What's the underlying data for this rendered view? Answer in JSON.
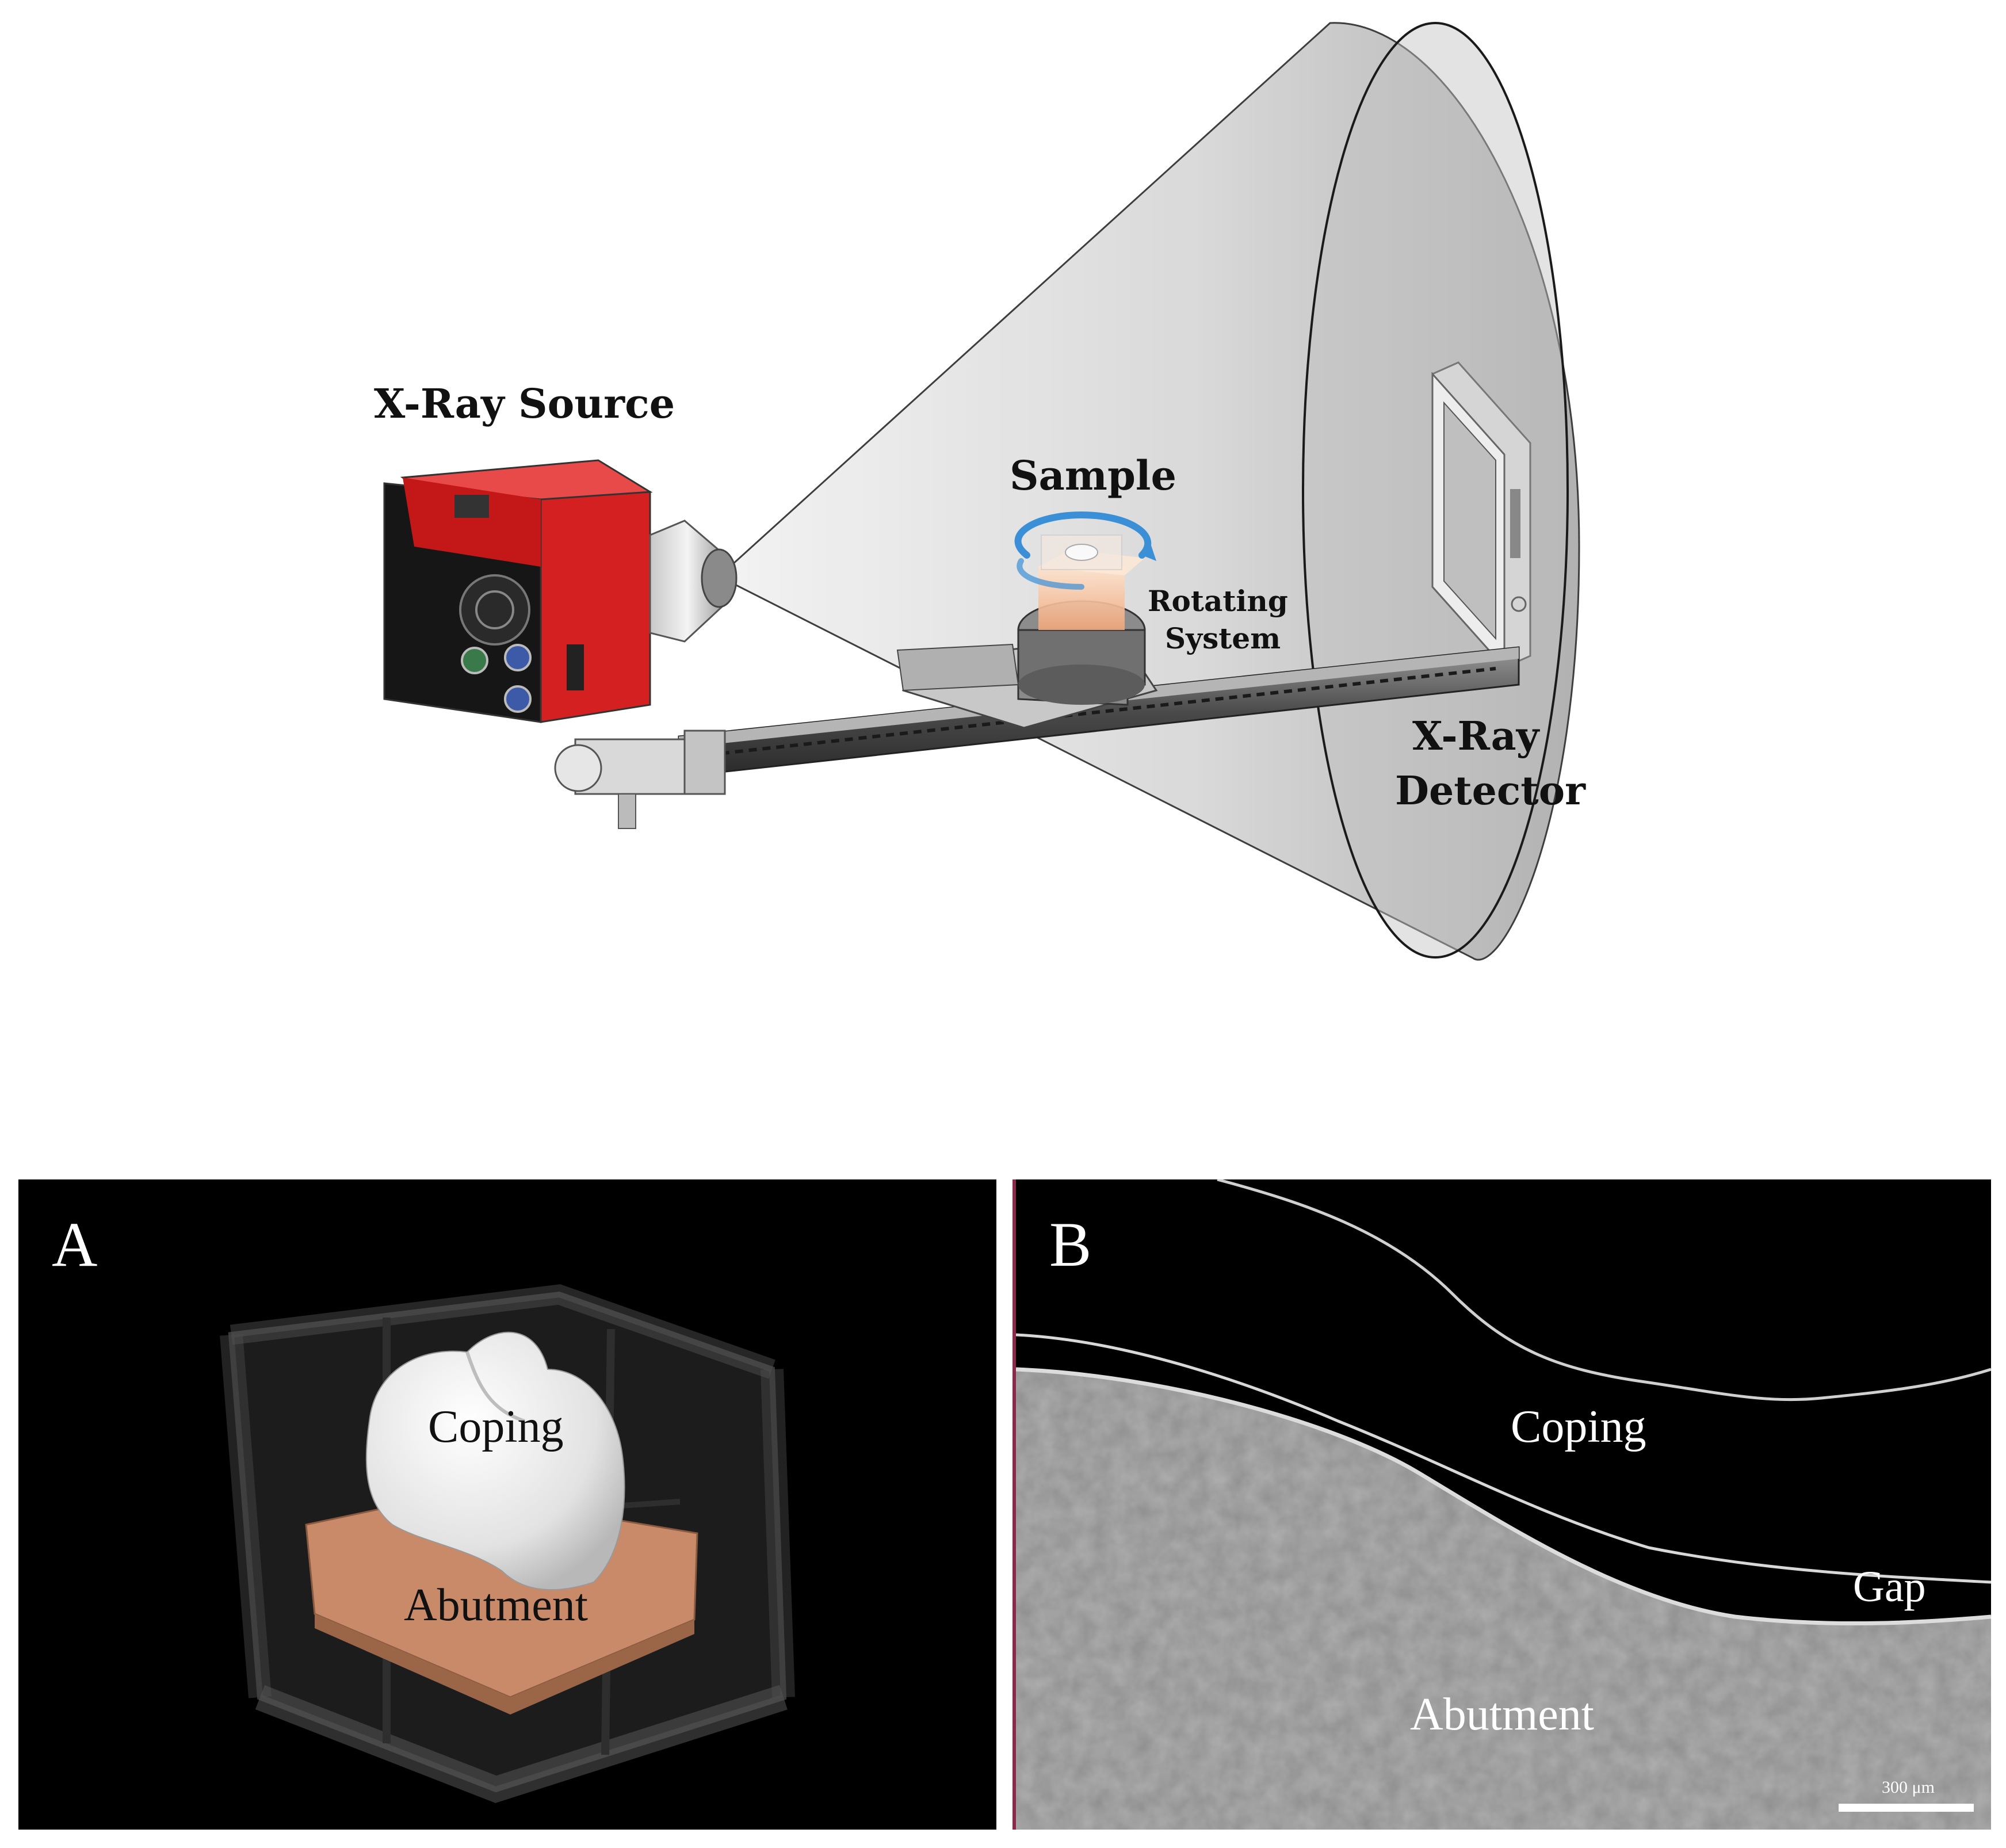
{
  "diagram": {
    "labels": {
      "xray_source": "X-Ray Source",
      "sample": "Sample",
      "rotating_line1": "Rotating",
      "rotating_line2": "System",
      "detector_line1": "X-Ray",
      "detector_line2": "Detector"
    },
    "colors": {
      "source_body": "#d42020",
      "cone": "#cfcfcf",
      "sample": "#f5c9a8",
      "rotation_arrow": "#3b8fd6"
    }
  },
  "panel_a": {
    "letter": "A",
    "coping": "Coping",
    "abutment": "Abutment",
    "colors": {
      "abutment": "#c98a6a",
      "coping": "#e8e8e8"
    }
  },
  "panel_b": {
    "letter": "B",
    "coping": "Coping",
    "gap": "Gap",
    "abutment": "Abutment",
    "scale_bar": "300 μm"
  }
}
